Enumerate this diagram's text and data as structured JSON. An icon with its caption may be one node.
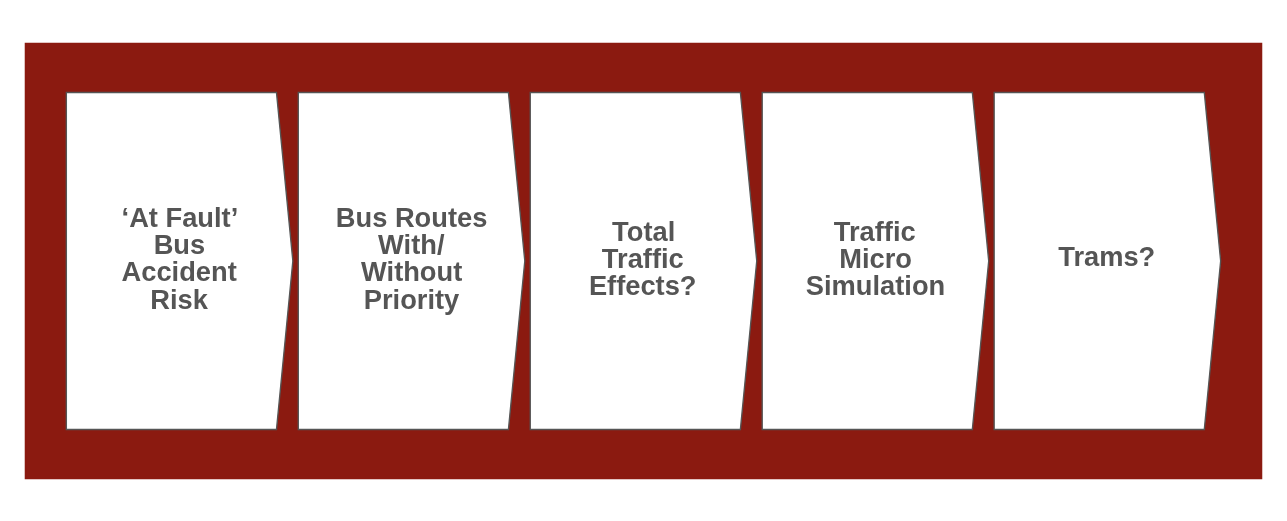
{
  "diagram": {
    "nodes": [
      {
        "text": [],
        "shape": "box"
      },
      {
        "text": [
          "‘At Fault’ Bus Accident Risk"
        ],
        "in": 0
      },
      {
        "text": [
          "Bus Routes With/ Without Priority"
        ],
        "in": 0
      },
      {
        "text": [
          "Total Traffic Effects?"
        ],
        "in": 0
      },
      {
        "text": [
          "Traffic Micro Simulation"
        ],
        "in": 0
      },
      {
        "text": [
          "Trams?"
        ],
        "in": 0
      }
    ],
    "edges": []
  }
}
